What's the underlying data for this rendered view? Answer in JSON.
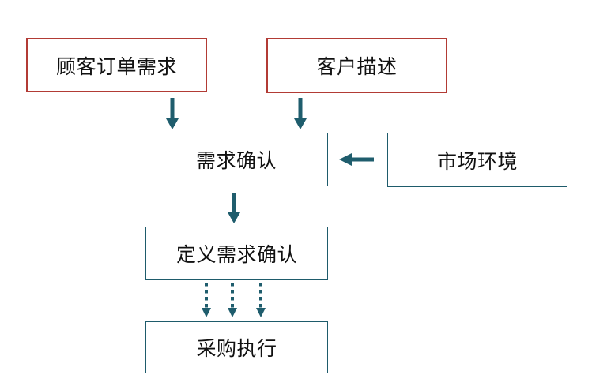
{
  "colors": {
    "red_border": "#b23b35",
    "teal_border": "#1e5b6b",
    "arrow": "#1f5d6d",
    "text": "#111111",
    "background": "#ffffff"
  },
  "nodes": [
    {
      "id": "customer-order-demand",
      "label": "顾客订单需求",
      "style": "red"
    },
    {
      "id": "customer-description",
      "label": "客户描述",
      "style": "red"
    },
    {
      "id": "demand-confirmation",
      "label": "需求确认",
      "style": "teal"
    },
    {
      "id": "market-environment",
      "label": "市场环境",
      "style": "teal"
    },
    {
      "id": "define-demand-confirmation",
      "label": "定义需求确认",
      "style": "teal"
    },
    {
      "id": "procurement-execution",
      "label": "采购执行",
      "style": "teal"
    }
  ],
  "edges": [
    {
      "from": "customer-order-demand",
      "to": "demand-confirmation",
      "style": "solid",
      "direction": "down"
    },
    {
      "from": "customer-description",
      "to": "demand-confirmation",
      "style": "solid",
      "direction": "down"
    },
    {
      "from": "market-environment",
      "to": "demand-confirmation",
      "style": "solid",
      "direction": "left"
    },
    {
      "from": "demand-confirmation",
      "to": "define-demand-confirmation",
      "style": "solid",
      "direction": "down"
    },
    {
      "from": "define-demand-confirmation",
      "to": "procurement-execution",
      "style": "dotted",
      "direction": "down",
      "count": 3
    }
  ]
}
